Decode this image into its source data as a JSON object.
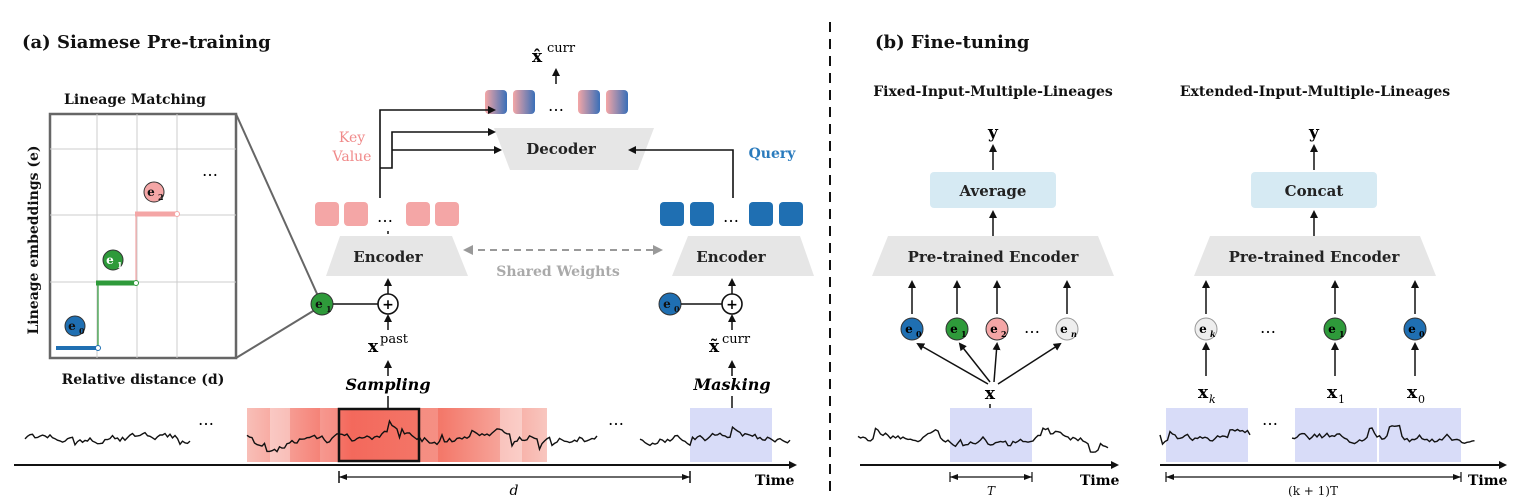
{
  "panel_a": {
    "title": "(a) Siamese Pre-training",
    "inset_title": "Lineage Matching",
    "inset_ylabel": "Lineage embeddings (e)",
    "inset_xlabel": "Relative distance (d)",
    "inset_dots": "…",
    "key_label": "Key",
    "value_label": "Value",
    "query_label": "Query",
    "decoder_label": "Decoder",
    "encoder_left_label": "Encoder",
    "encoder_right_label": "Encoder",
    "shared_weights": "Shared Weights",
    "dots": "…",
    "x_hat": "x̂",
    "x_hat_sup": "curr",
    "x_past": "x",
    "x_past_sup": "past",
    "x_tilde": "x̃",
    "x_tilde_sup": "curr",
    "sampling": "Sampling",
    "masking": "Masking",
    "d_label": "d",
    "time_label": "Time",
    "plus": "+",
    "e1_base": "e",
    "e1_sub": "1",
    "e0_base": "e",
    "e0_sub": "0",
    "e2_base": "e",
    "e2_sub": "2"
  },
  "panel_b": {
    "title": "(b) Fine-tuning",
    "left_title": "Fixed-Input-Multiple-Lineages",
    "right_title": "Extended-Input-Multiple-Lineages",
    "y_label": "y",
    "average_label": "Average",
    "concat_label": "Concat",
    "encoder_label": "Pre-trained Encoder",
    "x_label": "x",
    "T_label": "T",
    "kT_label": "(k + 1)T",
    "time_label": "Time",
    "dots": "…",
    "e_base": "e",
    "e_subs": [
      "0",
      "1",
      "2",
      "n"
    ],
    "ek_sub": "k",
    "xk_sub": "k",
    "x1_sub": "1",
    "x0_sub": "0"
  },
  "colors": {
    "pink": "#f4a6a6",
    "blue": "#1f6fb2",
    "green": "#2e9a3a",
    "gray_box": "#e6e6e6",
    "light_blue_box": "#d6eaf3",
    "mask_blue": "#d8dcf8",
    "sample_red": "#f2584a"
  }
}
